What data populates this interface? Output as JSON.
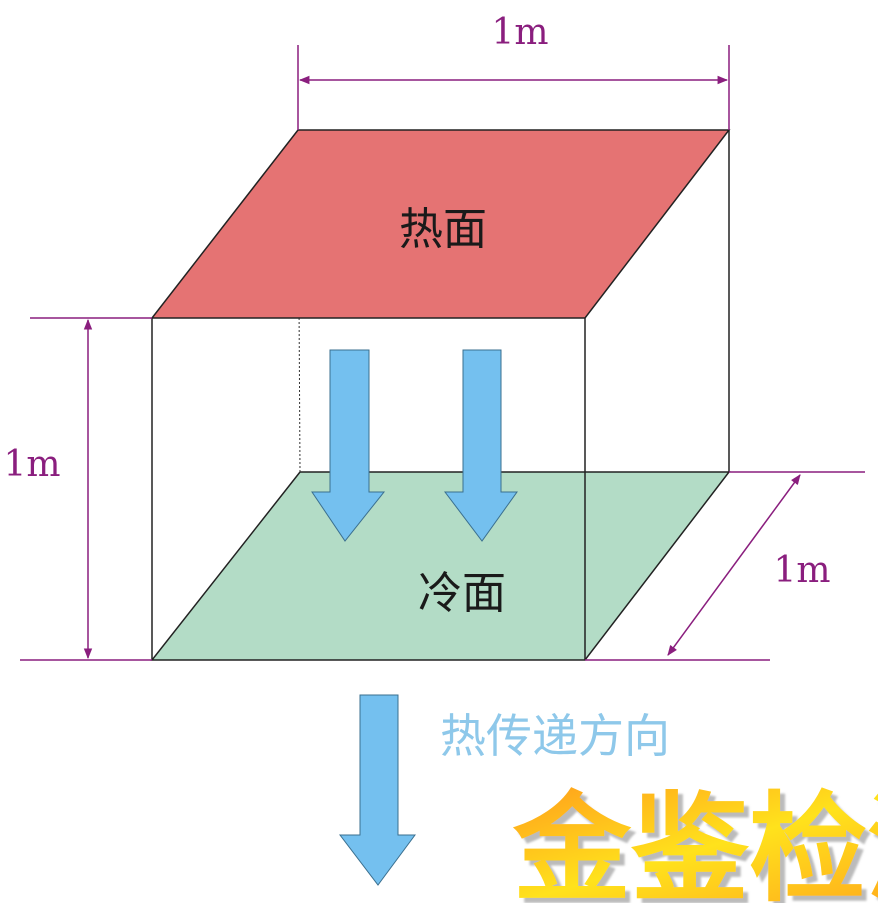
{
  "labels": {
    "width": "1m",
    "height": "1m",
    "depth": "1m",
    "hot_face": "热面",
    "cold_face": "冷面",
    "heat_direction": "热传递方向"
  },
  "watermark": "金鉴检测",
  "colors": {
    "hot_face": "#e57373",
    "cold_face": "#b3dcc6",
    "arrow": "#74c0ef",
    "dimension": "#8a1e7e"
  }
}
